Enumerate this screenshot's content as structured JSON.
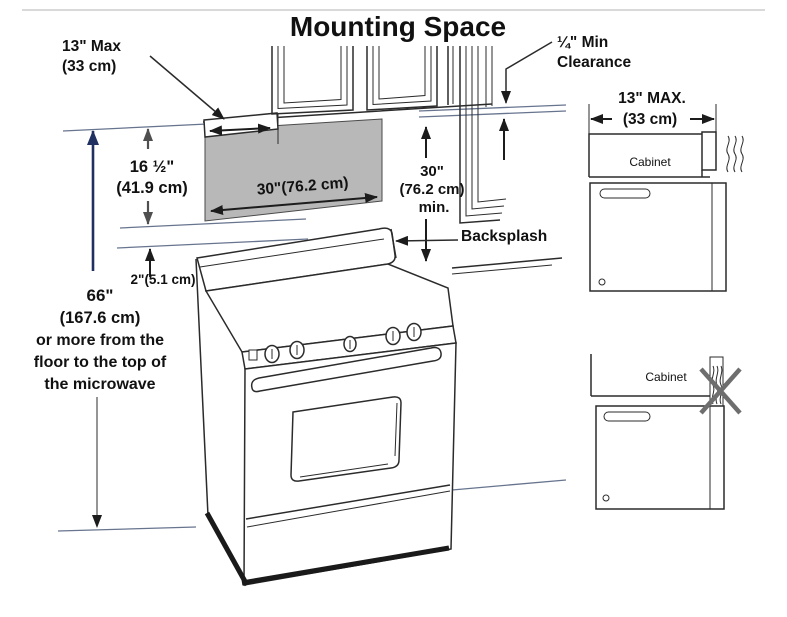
{
  "title": "Mounting Space",
  "annotations": {
    "cabinet_depth": {
      "line1": "13\" Max",
      "line2": "(33 cm)"
    },
    "clearance": {
      "line1": "¼\" Min",
      "line2": "Clearance"
    },
    "cabinet_to_counter": {
      "line1": "16 ½\"",
      "line2": "(41.9 cm)"
    },
    "opening_width": "30\"(76.2 cm)",
    "counter_clearance": {
      "line1": "30\"",
      "line2": "(76.2 cm)",
      "line3": "min."
    },
    "backsplash": "Backsplash",
    "backsplash_height": "2\"(5.1 cm)",
    "floor_to_top": {
      "line1": "66\"",
      "line2": "(167.6 cm)",
      "line3": "or more from the",
      "line4": "floor to the top of",
      "line5": "the microwave"
    }
  },
  "side_diagrams": {
    "correct": {
      "depth": "13\" MAX.",
      "depth_cm": "(33 cm)",
      "cabinet_label": "Cabinet"
    },
    "incorrect": {
      "cabinet_label": "Cabinet"
    }
  },
  "colors": {
    "mounting_area": "#b7b8b7",
    "dimension_blue": "#203061",
    "x_mark": "#6e6e6e",
    "line": "#2b2b2b",
    "reference_line": "#67748e"
  }
}
